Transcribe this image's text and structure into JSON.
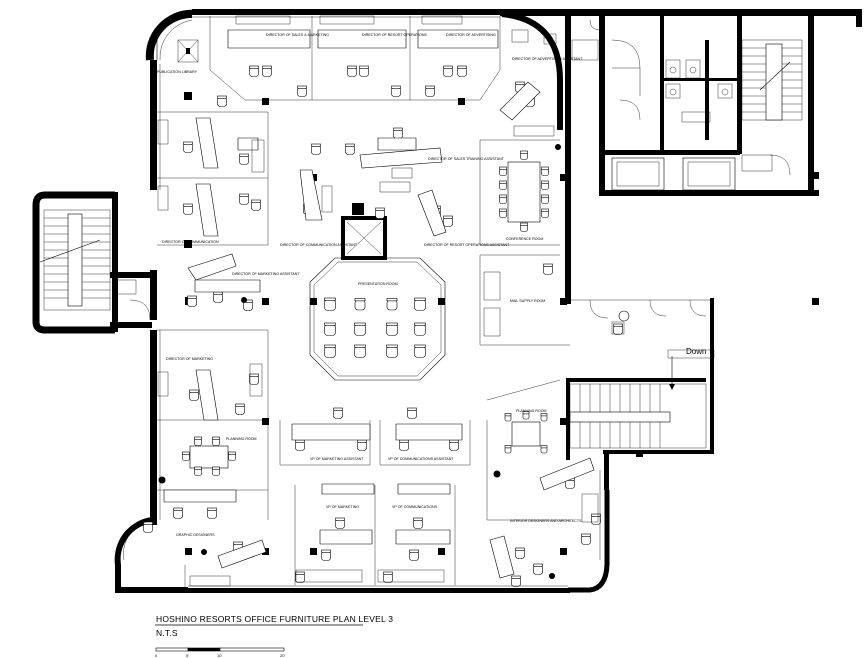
{
  "plan": {
    "title": "HOSHINO RESORTS OFFICE FURNITURE PLAN LEVEL 3",
    "subtitle": "N.T.S",
    "scale_ticks": [
      "0",
      "5'",
      "10'",
      "20'"
    ],
    "stair_label": "Down"
  },
  "rooms": {
    "publication_library": "PUBLICATION LIBRARY",
    "dir_sales_marketing": "DIRECTOR OF SALES & MARKETING",
    "dir_resort_ops": "DIRECTOR OF RESORT OPERATIONS",
    "dir_advertising": "DIRECTOR OF ADVERTISING",
    "dir_advertising_assistant": "DIRECTOR OF ADVERTISING ASSISTANT",
    "dir_sales_training_assistant": "DIRECTOR OF SALES TRAINING ASSISTANT",
    "dir_communication": "DIRECTOR OF COMMUNICATION",
    "dir_communication_assistant": "DIRECTOR OF COMMUNICATION ASSISTANT",
    "dir_resort_ops_assistant": "DIRECTOR OF RESORT OPERATIONS ASSISTANT",
    "dir_marketing_assistant": "DIRECTOR OF MARKETING ASSISTANT",
    "conference_room": "CONFERENCE ROOM",
    "presentation_room": "PRESENTATION ROOM",
    "mail_supply_room": "MAIL SUPPLY ROOM",
    "dir_marketing": "DIRECTOR OF MARKETING",
    "planning_room_left": "PLANNING ROOM",
    "planning_room_right": "PLANNING ROOM",
    "vp_marketing_assistant": "VP OF MARKETING ASSISTANT",
    "vp_communications_assistant": "VP OF COMMUNICATIONS ASSISTANT",
    "vp_marketing": "VP OF MARKETING",
    "vp_communications": "VP OF COMMUNICATIONS",
    "graphic_designers": "GRAPHIC DESIGNERS",
    "interior_designers": "INTERIOR DESIGNERS AND ARCHITECTS"
  }
}
